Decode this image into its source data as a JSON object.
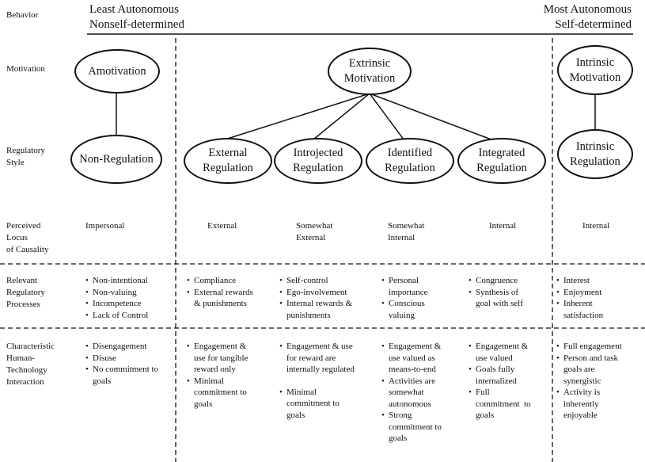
{
  "row_labels": {
    "behavior": "Behavior",
    "motivation": "Motivation",
    "regulatory_style": "Regulatory\nStyle",
    "locus": "Perceived\nLocus\nof Causality",
    "processes": "Relevant\nRegulatory\nProcesses",
    "interaction": "Characteristic\nHuman-\nTechnology\nInteraction"
  },
  "behavior_header": {
    "left": "Least Autonomous\nNonself-determined",
    "right": "Most Autonomous\nSelf-determined"
  },
  "motivation": {
    "amotivation": "Amotivation",
    "extrinsic": "Extrinsic\nMotivation",
    "intrinsic": "Intrinsic\nMotivation"
  },
  "regulatory_styles": {
    "non_regulation": "Non-Regulation",
    "external": "External\nRegulation",
    "introjected": "Introjected\nRegulation",
    "identified": "Identified\nRegulation",
    "integrated": "Integrated\nRegulation",
    "intrinsic": "Intrinsic\nRegulation"
  },
  "locus": {
    "impersonal": "Impersonal",
    "external": "External",
    "somewhat_external": "Somewhat\nExternal",
    "somewhat_internal": "Somewhat\nInternal",
    "internal_integrated": "Internal",
    "internal_intrinsic": "Internal"
  },
  "processes": {
    "amotivation": [
      "Non-intentional",
      "Non-valuing",
      "Incompetence",
      "Lack of Control"
    ],
    "external": [
      "Compliance",
      "External rewards\n& punishments"
    ],
    "introjected": [
      "Self-control",
      "Ego-involvement",
      "Internal rewards &\npunishments"
    ],
    "identified": [
      "Personal\nimportance",
      "Conscious\nvaluing"
    ],
    "integrated": [
      "Congruence",
      "Synthesis of\ngoal with self"
    ],
    "intrinsic": [
      "Interest",
      "Enjoyment",
      "Inherent\nsatisfaction"
    ]
  },
  "interaction": {
    "amotivation": [
      "Disengagement",
      "Disuse",
      "No commitment to\ngoals"
    ],
    "external": [
      "Engagement &\nuse for tangible\nreward only",
      "Minimal\ncommitment to\ngoals"
    ],
    "introjected": [
      "Engagement & use\nfor reward are\ninternally regulated",
      "Minimal\ncommitment to\ngoals"
    ],
    "identified": [
      "Engagement &\nuse valued as\nmeans-to-end",
      "Activities are\nsomewhat\nautonomous",
      "Strong\ncommitment to\ngoals"
    ],
    "integrated": [
      "Engagement &\nuse valued",
      "Goals fully\ninternalized",
      "Full\ncommitment  to\ngoals"
    ],
    "intrinsic": [
      "Full engagement",
      "Person and task\ngoals are\nsynergistic",
      "Activity is\ninherently\nenjoyable"
    ]
  },
  "colors": {
    "ink": "#111111",
    "background": "#ffffff"
  }
}
